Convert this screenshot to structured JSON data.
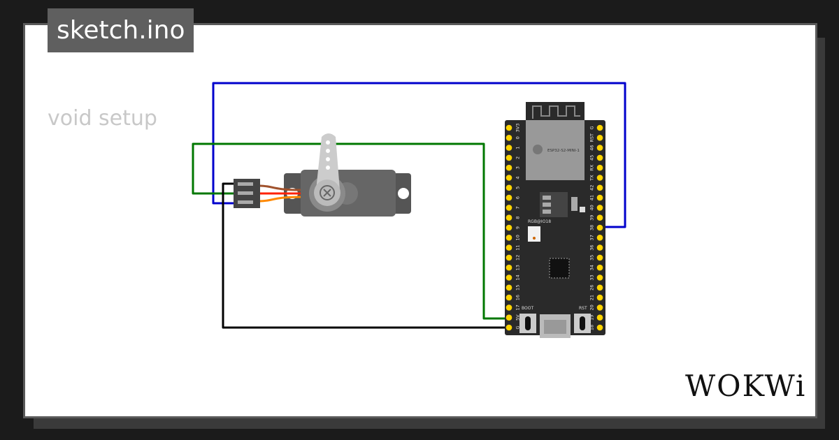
{
  "editor": {
    "file_tab": "sketch.ino",
    "code_preview": "void setup"
  },
  "brand": {
    "logo_text": "WOKWi"
  },
  "board": {
    "module_label": "ESP32-S2-MINI-1",
    "led_label": "RGB@IO18",
    "boot_label": "BOOT",
    "rst_label": "RST",
    "left_pins": [
      "3V3",
      "0",
      "1",
      "2",
      "3",
      "4",
      "5",
      "6",
      "7",
      "8",
      "9",
      "10",
      "11",
      "12",
      "13",
      "14",
      "15",
      "16",
      "17",
      "5V",
      "G"
    ],
    "right_pins": [
      "G",
      "RST",
      "46",
      "45",
      "RX",
      "TX",
      "42",
      "41",
      "40",
      "39",
      "38",
      "37",
      "36",
      "35",
      "34",
      "33",
      "26",
      "21",
      "20",
      "19",
      "18"
    ]
  },
  "wires": [
    {
      "name": "servo-signal-wire",
      "color": "#0000cc"
    },
    {
      "name": "servo-power-wire",
      "color": "#007700"
    },
    {
      "name": "servo-ground-wire",
      "color": "#000000"
    }
  ]
}
